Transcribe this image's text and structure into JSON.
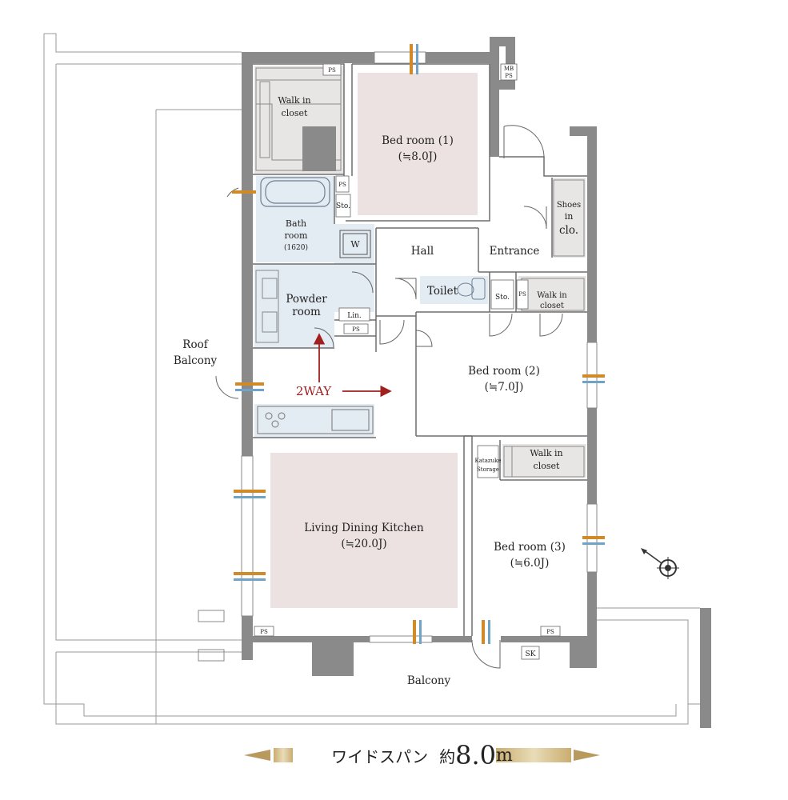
{
  "rooms": {
    "bed1": {
      "name": "Bed room (1)",
      "size": "(≒8.0J)"
    },
    "bed2": {
      "name": "Bed room (2)",
      "size": "(≒7.0J)"
    },
    "bed3": {
      "name": "Bed room (3)",
      "size": "(≒6.0J)"
    },
    "ldk": {
      "name": "Living Dining Kitchen",
      "size": "(≒20.0J)"
    },
    "wic1": {
      "line1": "Walk in",
      "line2": "closet"
    },
    "wic2": {
      "line1": "Walk in",
      "line2": "closet"
    },
    "wic3": {
      "line1": "Walk in",
      "line2": "closet"
    },
    "bath": {
      "line1": "Bath",
      "line2": "room",
      "line3": "(1620)"
    },
    "powder": {
      "line1": "Powder",
      "line2": "room"
    },
    "hall": "Hall",
    "entrance": "Entrance",
    "toilet": "Toilet",
    "shoes": {
      "line1": "Shoes",
      "line2": "in",
      "line3": "clo."
    },
    "roof_balcony": {
      "line1": "Roof",
      "line2": "Balcony"
    },
    "balcony": "Balcony",
    "katazuke": {
      "line1": "Katazuke",
      "line2": "Storage"
    }
  },
  "fixtures": {
    "ps": "PS",
    "mbps": {
      "line1": "MB",
      "line2": "PS"
    },
    "sto": "Sto.",
    "lin": "Lin.",
    "w": "W",
    "sk": "SK"
  },
  "annotation": {
    "twoway": "2WAY"
  },
  "banner": {
    "jp": "ワイドスパン",
    "prefix": "約",
    "number": "8.0",
    "unit": "m"
  },
  "colors": {
    "wall": "#8a8a8a",
    "bedroom_fill": "#ede2e2",
    "wet_fill": "#e3ebf3",
    "closet_fill": "#e8e6e4",
    "arrow": "#a02020",
    "banner_gold": "#b89a5e"
  }
}
